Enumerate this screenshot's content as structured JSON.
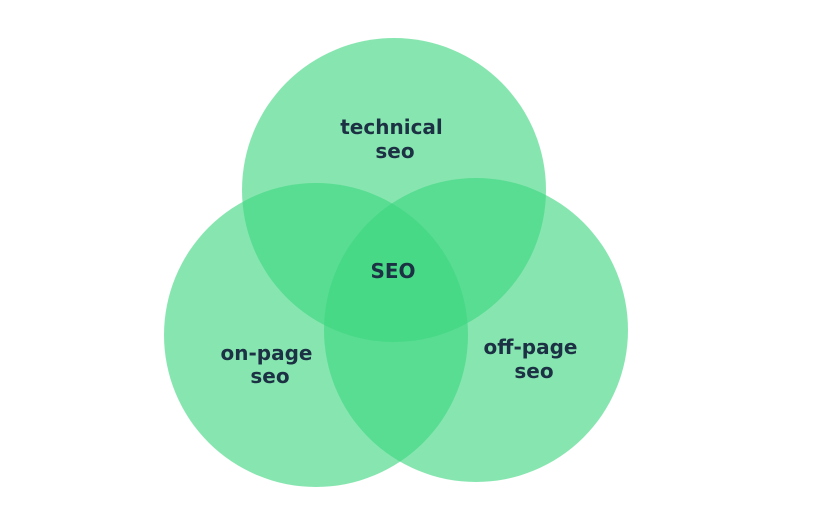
{
  "diagram": {
    "type": "venn",
    "circles": [
      {
        "id": "technical",
        "label_lines": [
          "technical",
          "seo"
        ]
      },
      {
        "id": "on_page",
        "label_lines": [
          "on-page",
          "seo"
        ]
      },
      {
        "id": "off_page",
        "label_lines": [
          "off-page",
          "seo"
        ]
      }
    ],
    "center_label": "SEO",
    "colors": {
      "circle_fill": "#3dd67f",
      "label_text": "#1c3144",
      "background": "#ffffff"
    }
  }
}
